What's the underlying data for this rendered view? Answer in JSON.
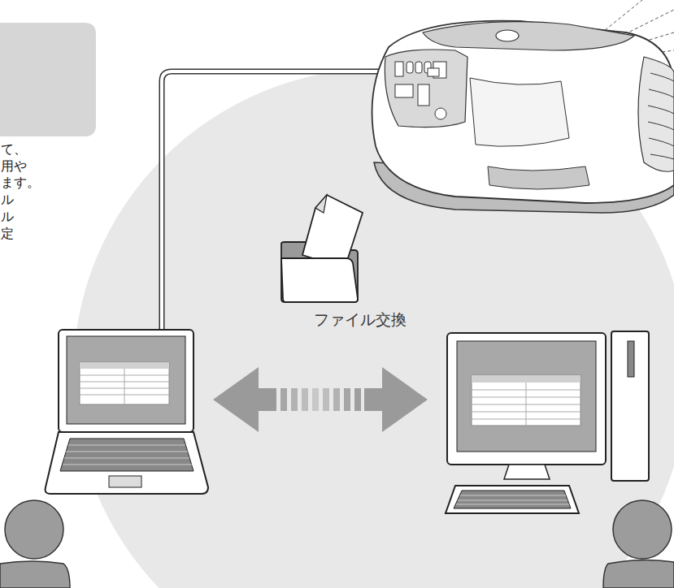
{
  "diagram": {
    "labels": [
      "て、",
      "用や",
      "ます。",
      "ル",
      "ル",
      "定",
      "ファイル交換"
    ]
  }
}
